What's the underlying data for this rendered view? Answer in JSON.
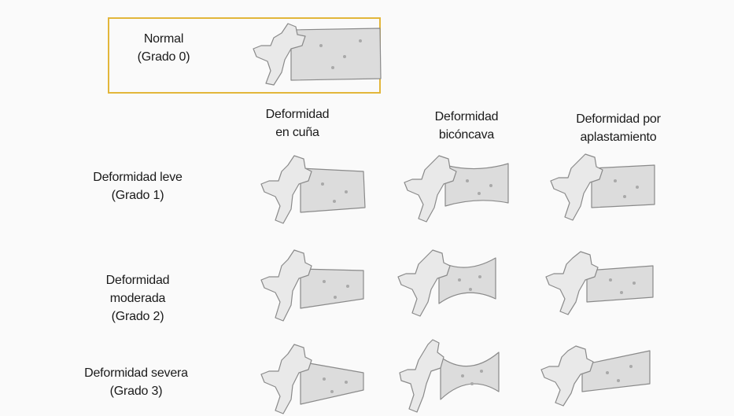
{
  "normal": {
    "line1": "Normal",
    "line2": "(Grado 0)"
  },
  "columns": [
    {
      "line1": "Deformidad",
      "line2": "en cuña"
    },
    {
      "line1": "Deformidad",
      "line2": "bicóncava"
    },
    {
      "line1": "Deformidad  por",
      "line2": "aplastamiento"
    }
  ],
  "rows": [
    {
      "lines": [
        "Deformidad leve",
        "(Grado 1)"
      ]
    },
    {
      "lines": [
        "Deformidad",
        "moderada",
        "(Grado 2)"
      ]
    },
    {
      "lines": [
        "Deformidad severa",
        "(Grado 3)"
      ]
    }
  ],
  "colors": {
    "highlight_border": "#e2b63a",
    "background": "#fafafa",
    "bone_fill": "#e9e9e9",
    "bone_stroke": "#8a8a8a"
  }
}
